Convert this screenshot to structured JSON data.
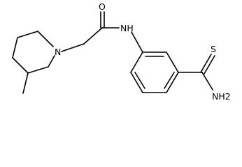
{
  "molecule": {
    "atoms": {
      "carbonyl_oxygen": "O",
      "amide_nitrogen": "NH",
      "ring_nitrogen": "N",
      "thione_sulfur": "S",
      "amine_group": "NH2"
    }
  },
  "colors": {
    "bond": "#000000",
    "label": "#000000",
    "background": "#ffffff"
  }
}
